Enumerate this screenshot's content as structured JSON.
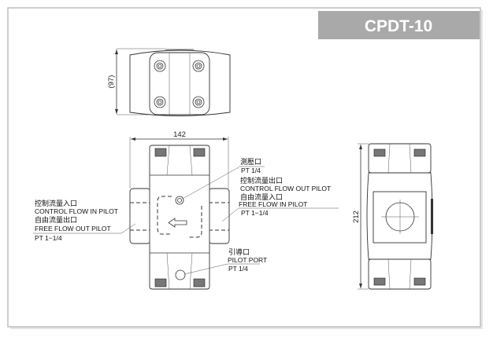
{
  "title": "CPDT-10",
  "dimensions": {
    "height_top_view": "(97)",
    "width": "142",
    "height_side_view": "212"
  },
  "labels": {
    "gauge_port": {
      "cn": "測壓口",
      "size": "PT 1/4"
    },
    "control_flow_out": {
      "cn": "控制流量出口",
      "en": "CONTROL FLOW OUT PILOT"
    },
    "free_flow_in": {
      "cn": "自由流量入口",
      "en": "FREE FLOW IN PILOT",
      "size": "PT 1−1/4"
    },
    "control_flow_in": {
      "cn": "控制流量入口",
      "en": "CONTROL FLOW IN PILOT"
    },
    "free_flow_out": {
      "cn": "自由流量出口",
      "en": "FREE FLOW OUT PILOT",
      "size": "PT 1−1/4"
    },
    "pilot_port": {
      "cn": "引導口",
      "en": "PILOT PORT",
      "size": "PT 1/4"
    }
  },
  "colors": {
    "title_bar": "#a9a9a9",
    "frame": "#bdbdbd"
  }
}
